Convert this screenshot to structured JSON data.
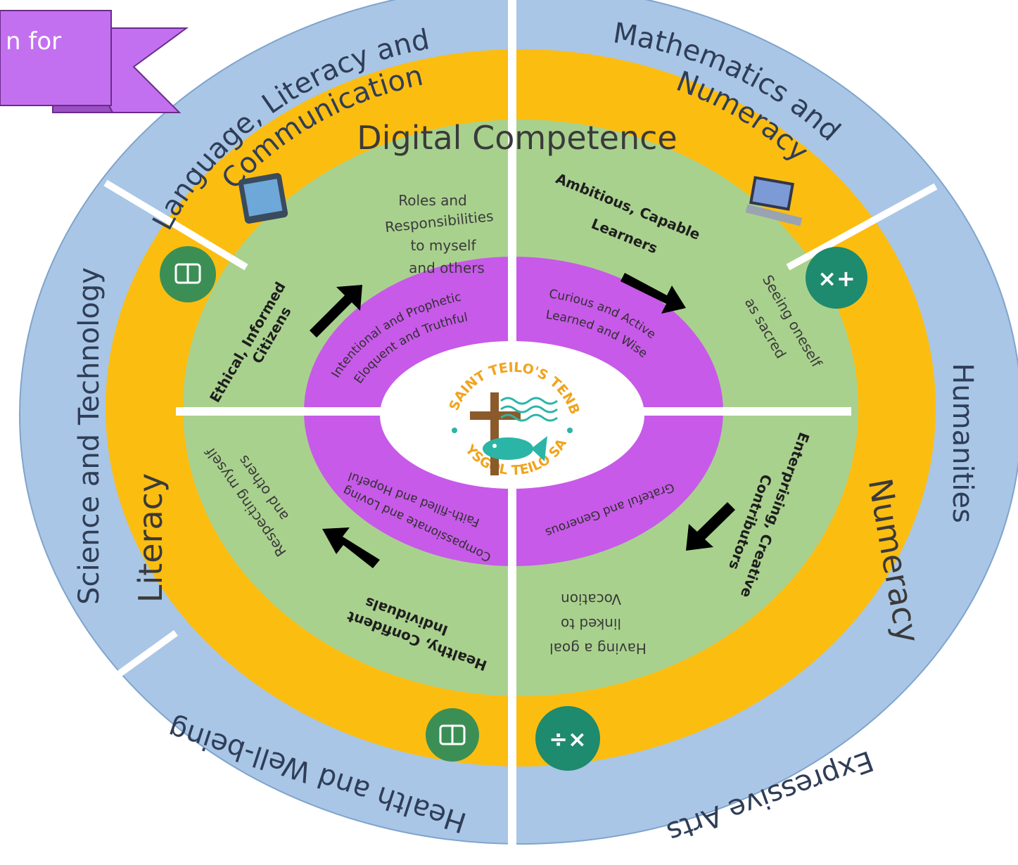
{
  "banner": {
    "text": "n for"
  },
  "areas_of_learning": [
    "Language, Literacy and",
    "Communication",
    "Mathematics and",
    "Numeracy",
    "Humanities",
    "Expressive Arts",
    "Health and Well-being",
    "Science and Technology"
  ],
  "cross_curricular": {
    "digital": "Digital Competence",
    "numeracy": "Numeracy",
    "literacy": "Literacy"
  },
  "four_purposes": {
    "top_left": {
      "title_line1": "Ethical, Informed",
      "title_line2": "Citizens",
      "sub": [
        "Roles and",
        "Responsibilities",
        "to myself",
        "and others"
      ]
    },
    "top_right": {
      "title_line1": "Ambitious, Capable",
      "title_line2": "Learners",
      "sub": [
        "Seeing oneself",
        "as sacred"
      ]
    },
    "bottom_right": {
      "title_line1": "Enterprising, Creative",
      "title_line2": "Contributors",
      "sub": [
        "Having a goal",
        "linked to",
        "Vocation"
      ]
    },
    "bottom_left": {
      "title_line1": "Healthy, Confident",
      "title_line2": "Individuals",
      "sub": [
        "Respecting myself",
        "and others"
      ]
    }
  },
  "virtues": {
    "top_left": [
      "Intentional and Prophetic",
      "Eloquent and Truthful"
    ],
    "top_right": [
      "Curious and Active",
      "Learned and Wise"
    ],
    "bottom_right": [
      "Grateful and Generous"
    ],
    "bottom_left": [
      "Faith-filled and Hopeful",
      "Compassionate and Loving"
    ]
  },
  "logo": {
    "top_text": "SAINT TEILO'S TENBY",
    "bottom_text": "YSGOL TEILO SANT"
  },
  "colors": {
    "outer_ring": "#a9c6e6",
    "cross_ring": "#fcbd11",
    "purpose_ring": "#a9d18e",
    "virtue_ring": "#c75ae8",
    "ribbon": "#c370f0",
    "logo_accent": "#f0a41e",
    "logo_teal": "#2bb5a6",
    "cross_brown": "#8b5a2b",
    "icon_green": "#3b8f55",
    "icon_teal": "#1e8a6e"
  }
}
